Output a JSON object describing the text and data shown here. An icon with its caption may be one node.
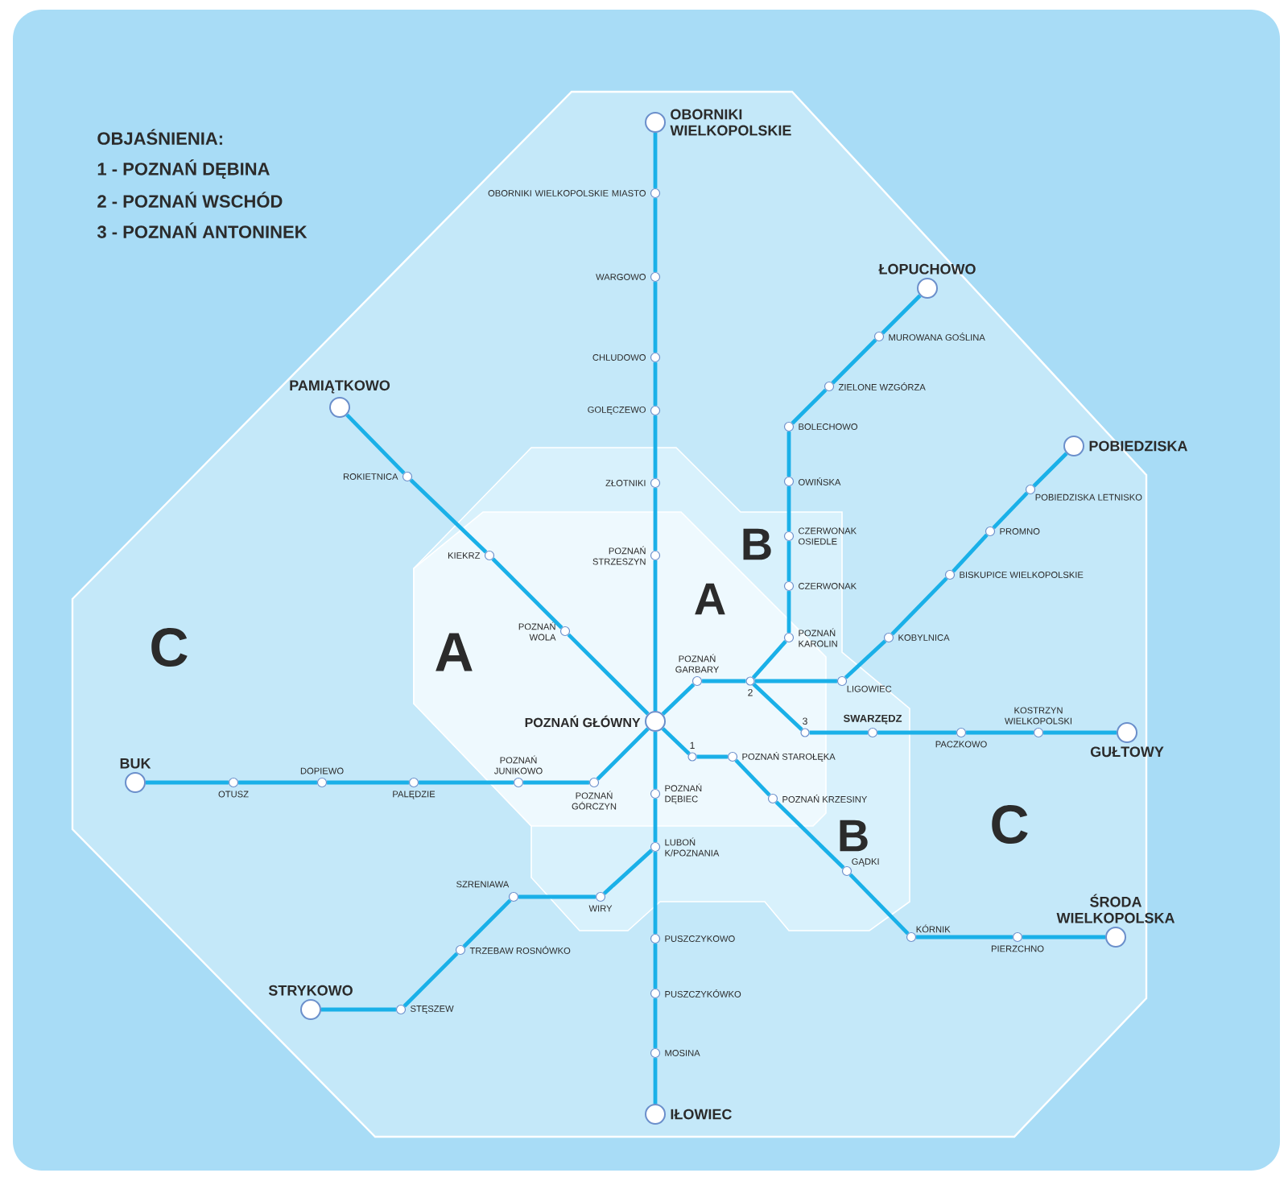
{
  "diagram": {
    "nodes": [
      {
        "text": [
          "OBORNIKI WIELKOPOLSKIE"
        ]
      },
      {
        "text": [
          "OBORNIKI WIELKOPOLSKIE MIASTO"
        ]
      },
      {
        "text": [
          "WARGOWO"
        ]
      },
      {
        "text": [
          "CHLUDOWO"
        ]
      },
      {
        "text": [
          "GOLĘCZEWO"
        ]
      },
      {
        "text": [
          "ZŁOTNIKI"
        ]
      },
      {
        "text": [
          "POZNAŃ STRZESZYN"
        ]
      },
      {
        "text": [
          "PAMIĄTKOWO"
        ]
      },
      {
        "text": [
          "ROKIETNICA"
        ]
      },
      {
        "text": [
          "KIEKRZ"
        ]
      },
      {
        "text": [
          "POZNAŃ WOLA"
        ]
      },
      {
        "text": [
          "POZNAŃ GŁÓWNY"
        ]
      },
      {
        "text": [
          "ŁOPUCHOWO"
        ]
      },
      {
        "text": [
          "MUROWANA GOŚLINA"
        ]
      },
      {
        "text": [
          "ZIELONE WZGÓRZA"
        ]
      },
      {
        "text": [
          "BOLECHOWO"
        ]
      },
      {
        "text": [
          "OWIŃSKA"
        ]
      },
      {
        "text": [
          "CZERWONAK OSIEDLE"
        ]
      },
      {
        "text": [
          "CZERWONAK"
        ]
      },
      {
        "text": [
          "POZNAŃ KAROLIN"
        ]
      },
      {
        "text": [
          "POBIEDZISKA"
        ]
      },
      {
        "text": [
          "POBIEDZISKA LETNISKO"
        ]
      },
      {
        "text": [
          "PROMNO"
        ]
      },
      {
        "text": [
          "BISKUPICE WIELKOPOLSKIE"
        ]
      },
      {
        "text": [
          "KOBYLNICA"
        ]
      },
      {
        "text": [
          "POZNAŃ GARBARY"
        ]
      },
      {
        "text": [
          "2"
        ]
      },
      {
        "text": [
          "LIGOWIEC"
        ]
      },
      {
        "text": [
          "3"
        ]
      },
      {
        "text": [
          "SWARZĘDZ"
        ]
      },
      {
        "text": [
          "PACZKOWO"
        ]
      },
      {
        "text": [
          "KOSTRZYN WIELKOPOLSKI"
        ]
      },
      {
        "text": [
          "GUŁTOWY"
        ]
      },
      {
        "text": [
          "1"
        ]
      },
      {
        "text": [
          "POZNAŃ STAROŁĘKA"
        ]
      },
      {
        "text": [
          "POZNAŃ KRZESINY"
        ]
      },
      {
        "text": [
          "GĄDKI"
        ]
      },
      {
        "text": [
          "KÓRNIK"
        ]
      },
      {
        "text": [
          "PIERZCHNO"
        ]
      },
      {
        "text": [
          "ŚRODA WIELKOPOLSKA"
        ]
      },
      {
        "text": [
          "POZNAŃ GÓRCZYN"
        ]
      },
      {
        "text": [
          "POZNAŃ JUNIKOWO"
        ]
      },
      {
        "text": [
          "PALĘDZIE"
        ]
      },
      {
        "text": [
          "DOPIEWO"
        ]
      },
      {
        "text": [
          "OTUSZ"
        ]
      },
      {
        "text": [
          "BUK"
        ]
      },
      {
        "text": [
          "POZNAŃ DĘBIEC"
        ]
      },
      {
        "text": [
          "LUBOŃ K/POZNANIA"
        ]
      },
      {
        "text": [
          "WIRY"
        ]
      },
      {
        "text": [
          "SZRENIAWA"
        ]
      },
      {
        "text": [
          "TRZEBAW ROSNÓWKO"
        ]
      },
      {
        "text": [
          "STĘSZEW"
        ]
      },
      {
        "text": [
          "STRYKOWO"
        ]
      },
      {
        "text": [
          "PUSZCZYKOWO"
        ]
      },
      {
        "text": [
          "PUSZCZYKÓWKO"
        ]
      },
      {
        "text": [
          "MOSINA"
        ]
      },
      {
        "text": [
          "IŁOWIEC"
        ]
      }
    ],
    "edges": [
      {
        "from": 0,
        "to": 1,
        "arrow": "none"
      },
      {
        "from": 1,
        "to": 2,
        "arrow": "none"
      },
      {
        "from": 2,
        "to": 3,
        "arrow": "none"
      },
      {
        "from": 3,
        "to": 4,
        "arrow": "none"
      },
      {
        "from": 4,
        "to": 5,
        "arrow": "none"
      },
      {
        "from": 5,
        "to": 6,
        "arrow": "none"
      },
      {
        "from": 6,
        "to": 11,
        "arrow": "none"
      },
      {
        "from": 7,
        "to": 8,
        "arrow": "none"
      },
      {
        "from": 8,
        "to": 9,
        "arrow": "none"
      },
      {
        "from": 9,
        "to": 10,
        "arrow": "none"
      },
      {
        "from": 10,
        "to": 11,
        "arrow": "none"
      },
      {
        "from": 11,
        "to": 25,
        "arrow": "none"
      },
      {
        "from": 25,
        "to": 26,
        "arrow": "none"
      },
      {
        "from": 26,
        "to": 19,
        "arrow": "none"
      },
      {
        "from": 19,
        "to": 18,
        "arrow": "none"
      },
      {
        "from": 18,
        "to": 17,
        "arrow": "none"
      },
      {
        "from": 17,
        "to": 16,
        "arrow": "none"
      },
      {
        "from": 16,
        "to": 15,
        "arrow": "none"
      },
      {
        "from": 15,
        "to": 14,
        "arrow": "none"
      },
      {
        "from": 14,
        "to": 13,
        "arrow": "none"
      },
      {
        "from": 13,
        "to": 12,
        "arrow": "none"
      },
      {
        "from": 26,
        "to": 27,
        "arrow": "none"
      },
      {
        "from": 27,
        "to": 24,
        "arrow": "none"
      },
      {
        "from": 24,
        "to": 23,
        "arrow": "none"
      },
      {
        "from": 23,
        "to": 22,
        "arrow": "none"
      },
      {
        "from": 22,
        "to": 21,
        "arrow": "none"
      },
      {
        "from": 21,
        "to": 20,
        "arrow": "none"
      },
      {
        "from": 26,
        "to": 28,
        "arrow": "none"
      },
      {
        "from": 28,
        "to": 29,
        "arrow": "none"
      },
      {
        "from": 29,
        "to": 30,
        "arrow": "none"
      },
      {
        "from": 30,
        "to": 31,
        "arrow": "none"
      },
      {
        "from": 31,
        "to": 32,
        "arrow": "none"
      },
      {
        "from": 11,
        "to": 33,
        "arrow": "none"
      },
      {
        "from": 33,
        "to": 34,
        "arrow": "none"
      },
      {
        "from": 34,
        "to": 35,
        "arrow": "none"
      },
      {
        "from": 35,
        "to": 36,
        "arrow": "none"
      },
      {
        "from": 36,
        "to": 37,
        "arrow": "none"
      },
      {
        "from": 37,
        "to": 38,
        "arrow": "none"
      },
      {
        "from": 38,
        "to": 39,
        "arrow": "none"
      },
      {
        "from": 11,
        "to": 40,
        "arrow": "none"
      },
      {
        "from": 40,
        "to": 41,
        "arrow": "none"
      },
      {
        "from": 41,
        "to": 42,
        "arrow": "none"
      },
      {
        "from": 42,
        "to": 43,
        "arrow": "none"
      },
      {
        "from": 43,
        "to": 44,
        "arrow": "none"
      },
      {
        "from": 44,
        "to": 45,
        "arrow": "none"
      },
      {
        "from": 11,
        "to": 46,
        "arrow": "none"
      },
      {
        "from": 46,
        "to": 47,
        "arrow": "none"
      },
      {
        "from": 47,
        "to": 53,
        "arrow": "none"
      },
      {
        "from": 53,
        "to": 54,
        "arrow": "none"
      },
      {
        "from": 54,
        "to": 55,
        "arrow": "none"
      },
      {
        "from": 55,
        "to": 56,
        "arrow": "none"
      },
      {
        "from": 47,
        "to": 48,
        "arrow": "none"
      },
      {
        "from": 48,
        "to": 49,
        "arrow": "none"
      },
      {
        "from": 49,
        "to": 50,
        "arrow": "none"
      },
      {
        "from": 50,
        "to": 51,
        "arrow": "none"
      },
      {
        "from": 51,
        "to": 52,
        "arrow": "none"
      }
    ],
    "labels": [
      "OBJAŚNIENIA:",
      "1 - POZNAŃ DĘBINA",
      "2 - POZNAŃ WSCHÓD",
      "3 - POZNAŃ ANTONINEK",
      "B",
      "A",
      "C",
      "A",
      "C",
      "B"
    ]
  }
}
